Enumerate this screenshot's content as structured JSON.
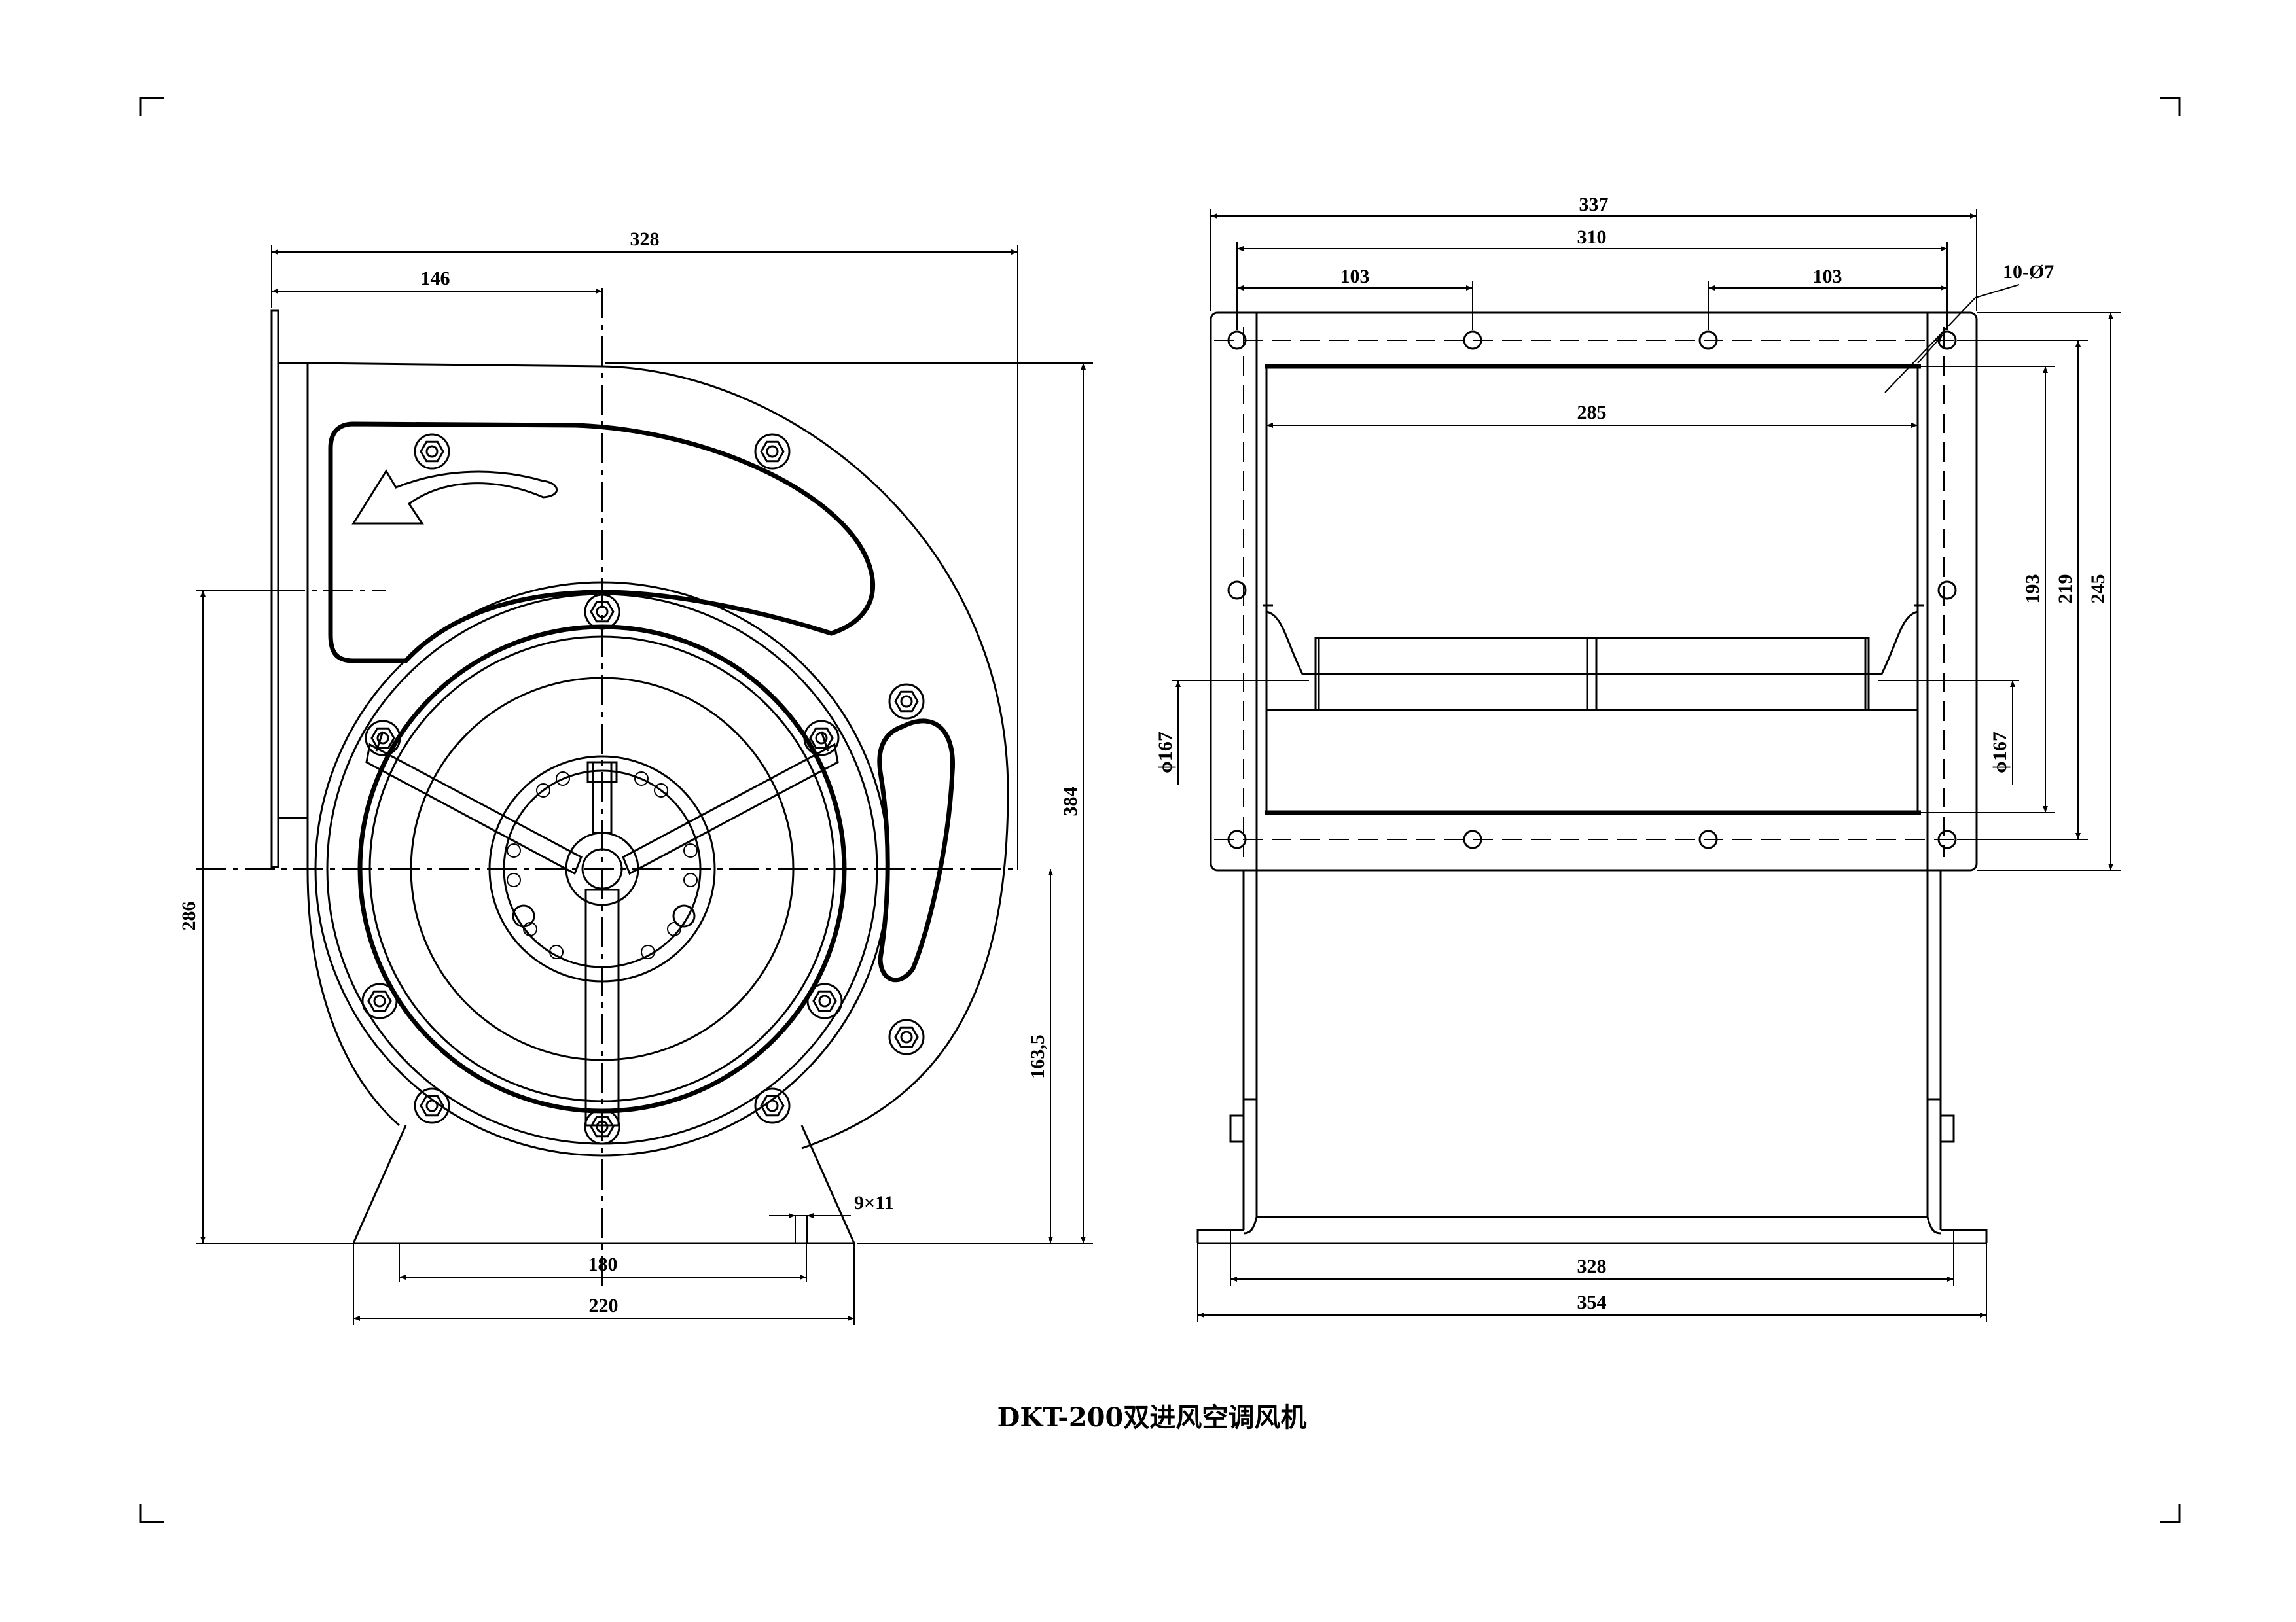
{
  "title": "DKT-200双进风空调风机",
  "front_view": {
    "dims": {
      "overall_width": "328",
      "shaft_offset": "146",
      "overall_height": "384",
      "outlet_height": "286",
      "shaft_height": "163,5",
      "slot": "9×11",
      "base_holes": "180",
      "base_width": "220"
    }
  },
  "side_view": {
    "dims": {
      "flange_width": "337",
      "hole_span": "310",
      "hole_pitch_left": "103",
      "hole_pitch_right": "103",
      "holes": "10-Ø7",
      "outlet_width": "285",
      "outlet_height": "193",
      "hole_span_v": "219",
      "flange_height": "245",
      "inlet_dia_left": "ϕ167",
      "inlet_dia_right": "ϕ167",
      "base_holes": "328",
      "base_width": "354"
    }
  }
}
